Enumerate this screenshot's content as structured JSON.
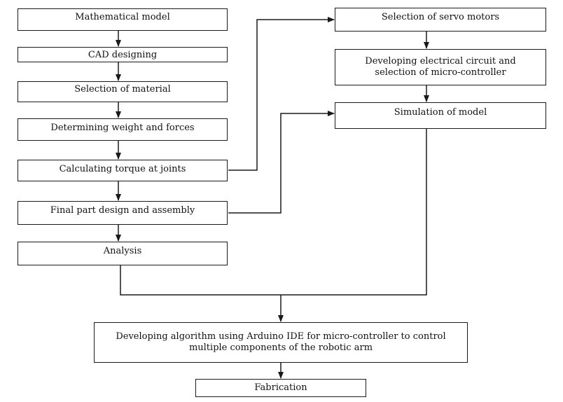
{
  "flowchart": {
    "left_column": [
      "Mathematical model",
      "CAD designing",
      "Selection of material",
      "Determining weight and forces",
      "Calculating torque at joints",
      "Final part design and assembly",
      "Analysis"
    ],
    "right_column": [
      "Selection of servo motors",
      "Developing electrical circuit and selection of micro-controller",
      "Simulation of model"
    ],
    "bottom": [
      "Developing algorithm using Arduino IDE for micro-controller to control multiple components of the robotic arm",
      "Fabrication"
    ]
  }
}
